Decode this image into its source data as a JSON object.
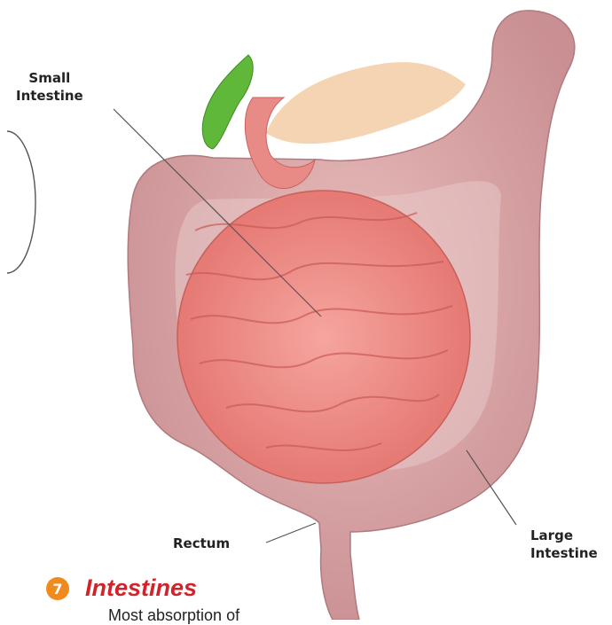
{
  "labels": {
    "small_intestine": "Small\nIntestine",
    "rectum": "Rectum",
    "large_intestine": "Large\nIntestine"
  },
  "section": {
    "number": "7",
    "title": "Intestines",
    "body": "Most absorption of"
  },
  "colors": {
    "accent_orange": "#f08a1c",
    "title_red": "#d2232a",
    "large_intestine": "#d9a6a6",
    "small_intestine": "#ef8a84",
    "gallbladder": "#5fb83a",
    "pancreas": "#f2c9a0"
  }
}
